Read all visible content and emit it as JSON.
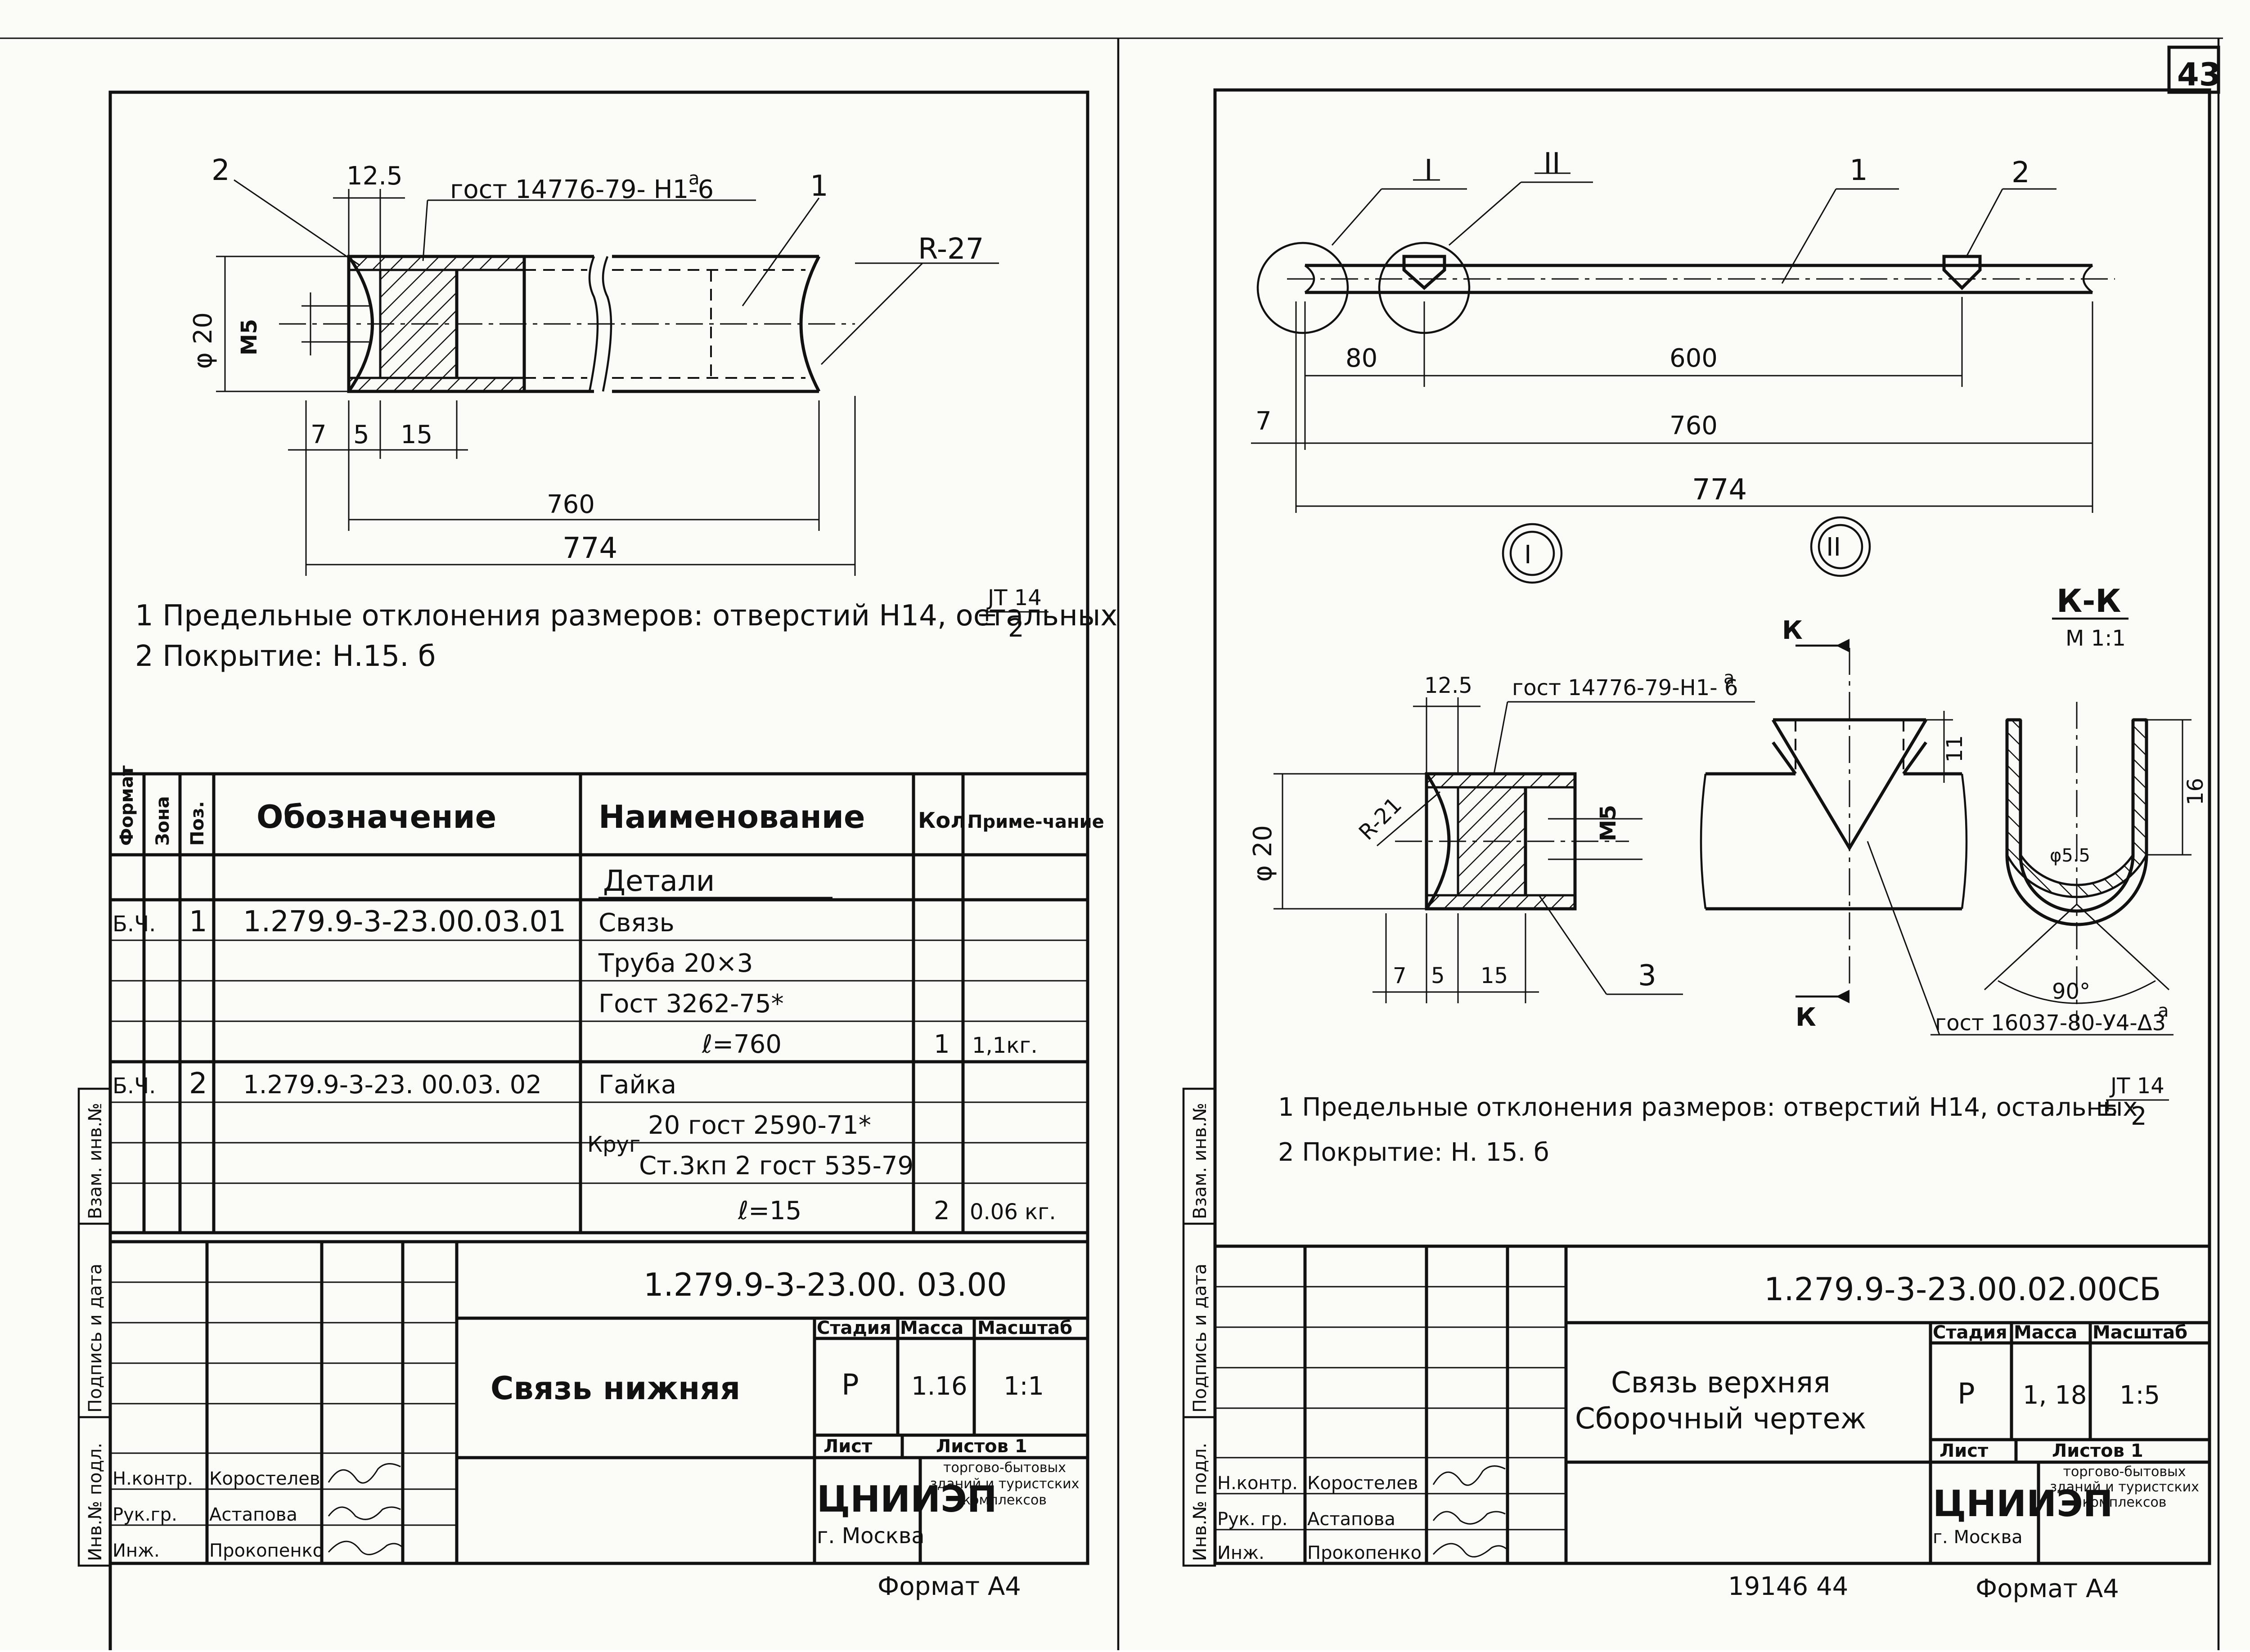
{
  "page_number": "43",
  "left_sheet": {
    "labels": {
      "pos1": "1",
      "pos2": "2"
    },
    "gost_thread": "гост 14776-79- Н1-6",
    "gost_thread_sup": "а",
    "radius": "R-27",
    "dims": {
      "d125": "12.5",
      "phi20": "φ 20",
      "m5": "М5",
      "d7": "7",
      "d5": "5",
      "d15": "15",
      "d760": "760",
      "d774": "774"
    },
    "notes": [
      "1 Предельные отклонения размеров: отверстий Н14, остальных",
      "2 Покрытие: Н.15. б"
    ],
    "tol_sign": "±",
    "tol_num": "JT 14",
    "tol_den": "2",
    "spec_headers": {
      "format": "Формат",
      "zone": "Зона",
      "pos": "Поз.",
      "designation": "Обозначение",
      "name": "Наименование",
      "qty": "Кол.",
      "note": "Приме-чание"
    },
    "spec_section": "Детали",
    "spec_rows": [
      {
        "format": "Б.Ч.",
        "pos": "1",
        "designation": "1.279.9-3-23.00.03.01",
        "name": "Связь"
      },
      {
        "name": "Труба  20×3"
      },
      {
        "name": "Гост  3262-75*"
      },
      {
        "name": "ℓ=760",
        "qty": "1",
        "note": "1,1кг."
      },
      {
        "format": "Б.Ч.",
        "pos": "2",
        "designation": "1.279.9-3-23. 00.03. 02",
        "name": "Гайка"
      },
      {
        "name_prefix": "Круг",
        "name": "20 гост 2590-71*"
      },
      {
        "name": "Ст.3кп 2 гост 535-79"
      },
      {
        "name": "ℓ=15",
        "qty": "2",
        "note": "0.06 кг."
      }
    ],
    "title_block": {
      "doc_number": "1.279.9-3-23.00. 03.00",
      "title": "Связь нижняя",
      "stage_h": "Стадия",
      "mass_h": "Масса",
      "scale_h": "Масштаб",
      "stage": "Р",
      "mass": "1.16",
      "scale": "1:1",
      "sheet_h": "Лист",
      "sheets_h": "Листов 1",
      "org": "ЦНИИЭП",
      "org_city": "г. Москва",
      "org_desc": "торгово-бытовых зданий и туристских комплексов",
      "people": [
        {
          "role": "Н.контр.",
          "name": "Коростелев"
        },
        {
          "role": "Рук.гр.",
          "name": "Астапова"
        },
        {
          "role": "Инж.",
          "name": "Прокопенко"
        }
      ],
      "format": "Формат А4"
    },
    "side_stamp": [
      "Инв.№ подл.",
      "Подпись и дата",
      "Взам. инв.№"
    ]
  },
  "right_sheet": {
    "labels": {
      "view1": "I",
      "view2": "II",
      "pos1": "1",
      "pos2": "2",
      "pos3": "3"
    },
    "dims": {
      "d80": "80",
      "d600": "600",
      "d7": "7",
      "d760": "760",
      "d774": "774",
      "d125": "12.5",
      "r21": "R-21",
      "phi20": "φ 20",
      "m5": "М5",
      "d5": "5",
      "d15": "15",
      "d11": "11",
      "d16": "16",
      "phi55": "φ5.5",
      "angle": "90°"
    },
    "section_title": "К-К",
    "section_scale": "М 1:1",
    "section_mark": "К",
    "gost_thread": "гост 14776-79-Н1- 6",
    "gost_thread_sup": "а",
    "gost_weld": "гост 16037-80-У4-Δ3",
    "gost_weld_sup": "а",
    "notes": [
      "1 Предельные отклонения размеров: отверстий Н14, остальных",
      "2 Покрытие: Н. 15. б"
    ],
    "tol_sign": "±",
    "tol_num": "JT 14",
    "tol_den": "2",
    "title_block": {
      "doc_number": "1.279.9-3-23.00.02.00СБ",
      "title_line1": "Связь верхняя",
      "title_line2": "Сборочный чертеж",
      "stage_h": "Стадия",
      "mass_h": "Масса",
      "scale_h": "Масштаб",
      "stage": "Р",
      "mass": "1, 18",
      "scale": "1:5",
      "sheet_h": "Лист",
      "sheets_h": "Листов 1",
      "org": "ЦНИИЭП",
      "org_city": "г. Москва",
      "org_desc": "торгово-бытовых зданий и туристских комплексов",
      "people": [
        {
          "role": "Н.контр.",
          "name": "Коростелев"
        },
        {
          "role": "Рук. гр.",
          "name": "Астапова"
        },
        {
          "role": "Инж.",
          "name": "Прокопенко"
        }
      ],
      "format": "Формат А4",
      "archive": "19146   44"
    },
    "side_stamp": [
      "Инв.№ подл.",
      "Подпись и дата",
      "Взам. инв.№"
    ]
  }
}
